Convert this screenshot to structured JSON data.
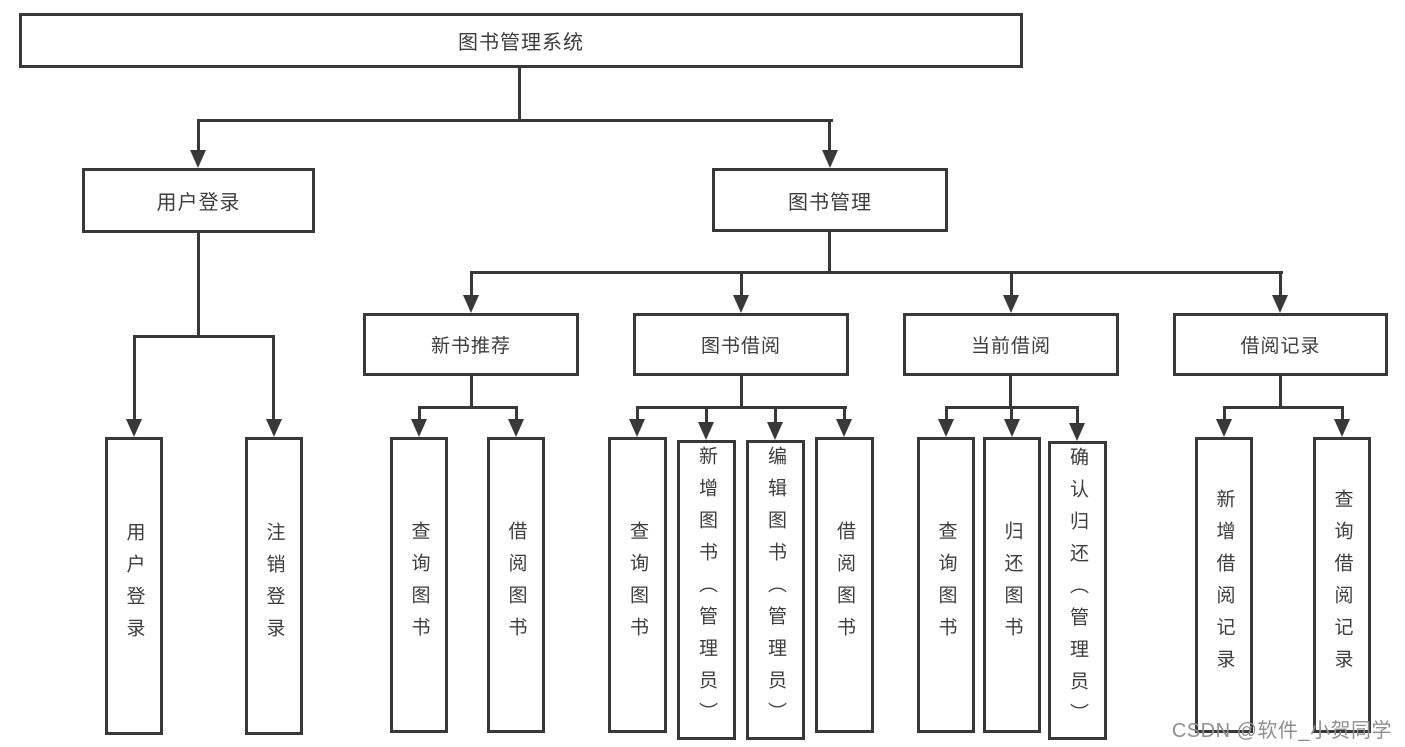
{
  "diagram": {
    "title": "图书管理系统",
    "level2": {
      "user_login": "用户登录",
      "book_management": "图书管理"
    },
    "level3": {
      "new_book_recommend": "新书推荐",
      "book_borrow": "图书借阅",
      "current_borrow": "当前借阅",
      "borrow_record": "借阅记录"
    },
    "leaves": {
      "user_login": [
        "用户登录",
        "注销登录"
      ],
      "new_book_recommend": [
        "查询图书",
        "借阅图书"
      ],
      "book_borrow": [
        "查询图书",
        "新增图书（管理员）",
        "编辑图书（管理员）",
        "借阅图书"
      ],
      "current_borrow": [
        "查询图书",
        "归还图书",
        "确认归还（管理员）"
      ],
      "borrow_record": [
        "新增借阅记录",
        "查询借阅记录"
      ]
    }
  },
  "watermark": "CSDN @软件_小贺同学",
  "colors": {
    "line": "#383838",
    "text": "#3d3d3d",
    "watermark": "#8f8f8f",
    "background": "#ffffff"
  }
}
